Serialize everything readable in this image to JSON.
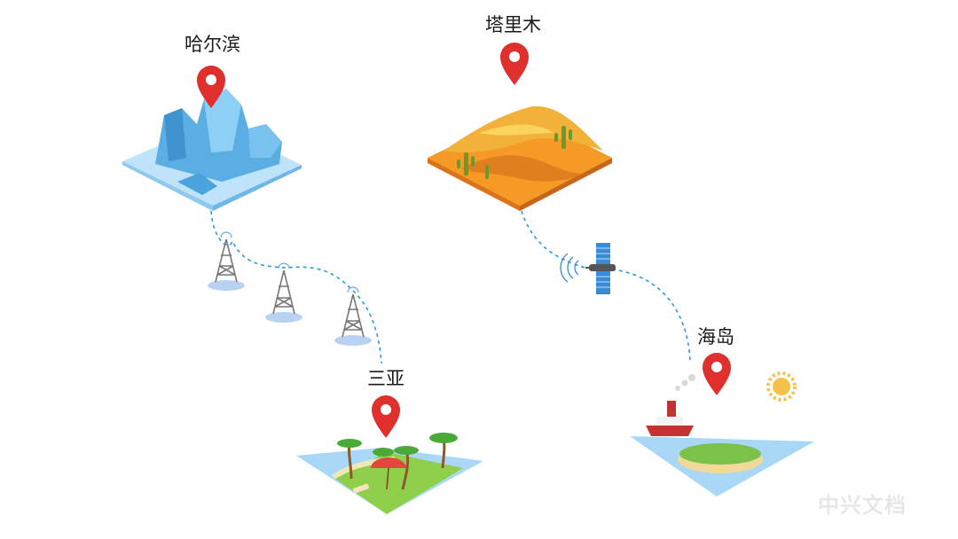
{
  "locations": {
    "harbin": {
      "name": "哈尔滨"
    },
    "talimu": {
      "name": "塔里木"
    },
    "sanya": {
      "name": "三亚"
    },
    "island": {
      "name": "海岛"
    }
  },
  "watermark": "中兴文档",
  "colors": {
    "pin": "#e0302e",
    "link_line": "#2a9fd8",
    "ice": "#7cc4ef",
    "desert": "#f08a1c",
    "sea": "#a9d8f6",
    "grass": "#8fcf4a",
    "sun": "#f6c24a"
  }
}
